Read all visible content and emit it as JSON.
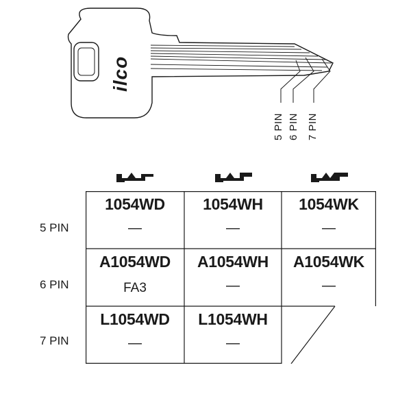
{
  "key": {
    "brand": "ilco",
    "pin_labels": [
      "5 PIN",
      "6 PIN",
      "7 PIN"
    ]
  },
  "table": {
    "rows": [
      {
        "label": "5 PIN",
        "cells": [
          {
            "code": "1054WD",
            "sub": "—"
          },
          {
            "code": "1054WH",
            "sub": "—"
          },
          {
            "code": "1054WK",
            "sub": "—"
          }
        ]
      },
      {
        "label": "6 PIN",
        "cells": [
          {
            "code": "A1054WD",
            "sub": "FA3"
          },
          {
            "code": "A1054WH",
            "sub": "—"
          },
          {
            "code": "A1054WK",
            "sub": "—"
          }
        ]
      },
      {
        "label": "7 PIN",
        "cells": [
          {
            "code": "L1054WD",
            "sub": "—"
          },
          {
            "code": "L1054WH",
            "sub": "—"
          },
          {
            "code": "",
            "sub": ""
          }
        ]
      }
    ]
  },
  "colors": {
    "ink": "#1a1a1a",
    "background": "#ffffff"
  }
}
